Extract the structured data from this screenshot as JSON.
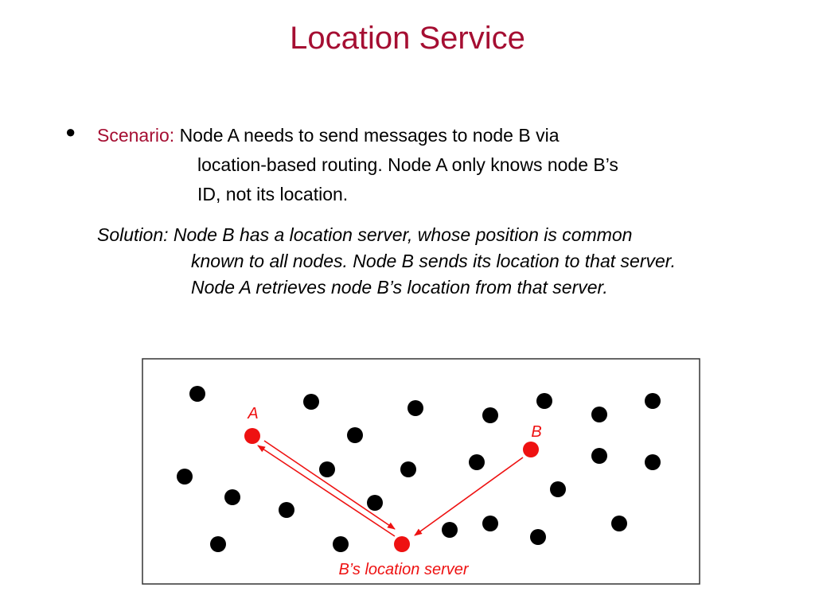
{
  "title": "Location Service",
  "bullet_glyph": "●",
  "scenario": {
    "label": "Scenario:",
    "line1": "Node A needs to send messages to node B via",
    "line2": "location-based routing. Node A only knows node B’s",
    "line3": "ID, not its location."
  },
  "solution": {
    "line1": "Solution: Node B has a location server, whose position is common",
    "line2": "known to all nodes. Node B sends its location to that server.",
    "line3": "Node A retrieves node B’s location from that server."
  },
  "diagram": {
    "label_a": "A",
    "label_b": "B",
    "label_server": "B’s location server",
    "colors": {
      "highlight": "#ee1111",
      "node": "#000000",
      "border": "#333333"
    }
  }
}
